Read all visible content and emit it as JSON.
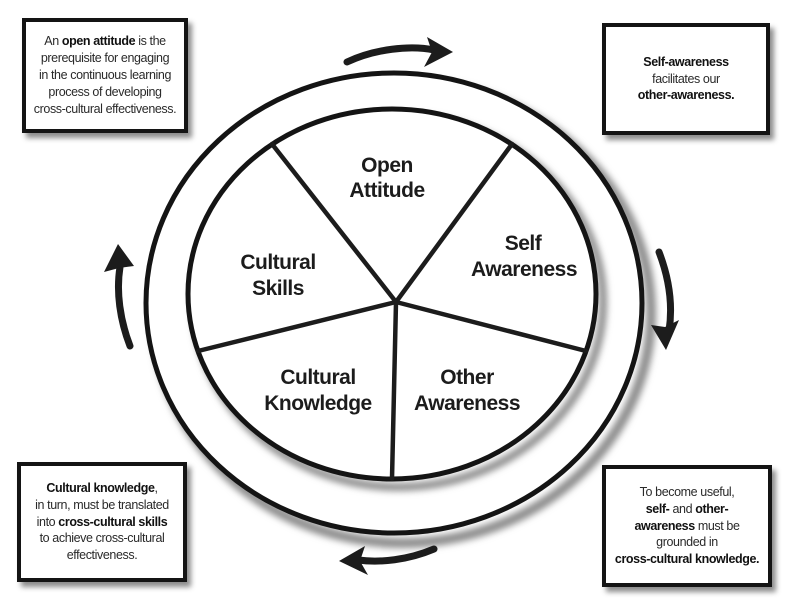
{
  "figure": {
    "description": "Cross-cultural effectiveness learning cycle wheel",
    "background_color": "#ffffff",
    "ink_color": "#1c1c1c",
    "shadow_color": "#8c8c8c",
    "rotation_direction": "clockwise"
  },
  "wheel": {
    "segments": [
      {
        "id": "open-attitude",
        "line1": "Open",
        "line2": "Attitude"
      },
      {
        "id": "self-awareness",
        "line1": "Self",
        "line2": "Awareness"
      },
      {
        "id": "other-awareness",
        "line1": "Other",
        "line2": "Awareness"
      },
      {
        "id": "cultural-knowledge",
        "line1": "Cultural",
        "line2": "Knowledge"
      },
      {
        "id": "cultural-skills",
        "line1": "Cultural",
        "line2": "Skills"
      }
    ]
  },
  "icons": {
    "arrows": [
      {
        "name": "clockwise-arrow-top-icon",
        "points": "right"
      },
      {
        "name": "clockwise-arrow-right-icon",
        "points": "down"
      },
      {
        "name": "clockwise-arrow-bottom-icon",
        "points": "left"
      },
      {
        "name": "clockwise-arrow-left-icon",
        "points": "up"
      }
    ]
  },
  "callouts": {
    "top_left": {
      "runs": [
        {
          "t": "An ",
          "b": false
        },
        {
          "t": "open attitude",
          "b": true
        },
        {
          "t": " is the\nprerequisite for engaging\nin the continuous learning\nprocess of developing\ncross-cultural effectiveness.",
          "b": false
        }
      ]
    },
    "top_right": {
      "runs": [
        {
          "t": "Self-awareness",
          "b": true
        },
        {
          "t": "\nfacilitates our\n",
          "b": false
        },
        {
          "t": "other-awareness.",
          "b": true
        }
      ]
    },
    "bottom_left": {
      "runs": [
        {
          "t": "Cultural knowledge",
          "b": true
        },
        {
          "t": ",\nin turn, must be translated\ninto ",
          "b": false
        },
        {
          "t": "cross-cultural skills",
          "b": true
        },
        {
          "t": "\nto achieve cross-cultural\neffectiveness.",
          "b": false
        }
      ]
    },
    "bottom_right": {
      "runs": [
        {
          "t": "To become useful,\n",
          "b": false
        },
        {
          "t": "self-",
          "b": true
        },
        {
          "t": " and ",
          "b": false
        },
        {
          "t": "other-",
          "b": true
        },
        {
          "t": "\n",
          "b": false
        },
        {
          "t": "awareness",
          "b": true
        },
        {
          "t": " must be\ngrounded in\n",
          "b": false
        },
        {
          "t": "cross-cultural knowledge.",
          "b": true
        }
      ]
    }
  }
}
